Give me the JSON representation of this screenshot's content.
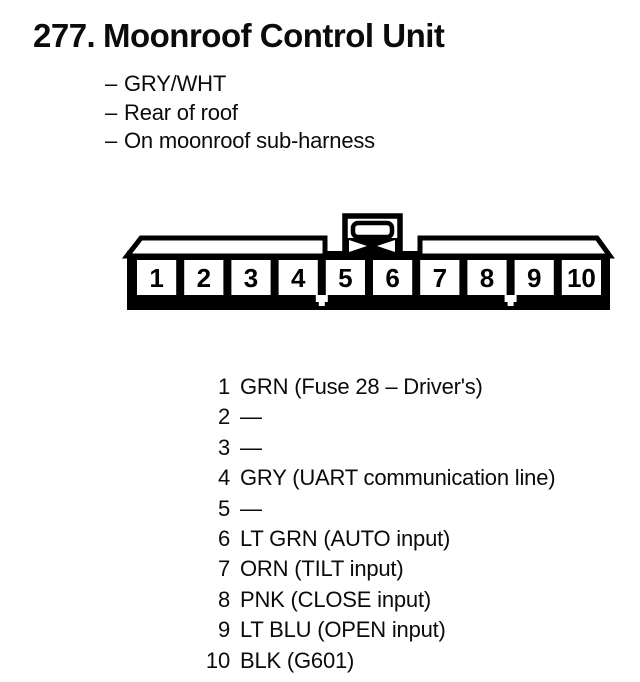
{
  "colors": {
    "ink": "#000000",
    "paper": "#ffffff"
  },
  "title": {
    "index": "277.",
    "text": "Moonroof Control Unit"
  },
  "dash": "–",
  "details": [
    "GRY/WHT",
    "Rear of roof",
    "On moonroof sub-harness"
  ],
  "connector": {
    "pins": [
      "1",
      "2",
      "3",
      "4",
      "5",
      "6",
      "7",
      "8",
      "9",
      "10"
    ]
  },
  "pin_table": {
    "rows": [
      {
        "pin": "1",
        "desc": "GRN (Fuse 28 – Driver's)"
      },
      {
        "pin": "2",
        "desc": "—"
      },
      {
        "pin": "3",
        "desc": "—"
      },
      {
        "pin": "4",
        "desc": "GRY (UART communication line)"
      },
      {
        "pin": "5",
        "desc": "—"
      },
      {
        "pin": "6",
        "desc": "LT GRN (AUTO input)"
      },
      {
        "pin": "7",
        "desc": "ORN (TILT input)"
      },
      {
        "pin": "8",
        "desc": "PNK (CLOSE input)"
      },
      {
        "pin": "9",
        "desc": "LT BLU (OPEN input)"
      },
      {
        "pin": "10",
        "desc": "BLK (G601)"
      }
    ]
  }
}
